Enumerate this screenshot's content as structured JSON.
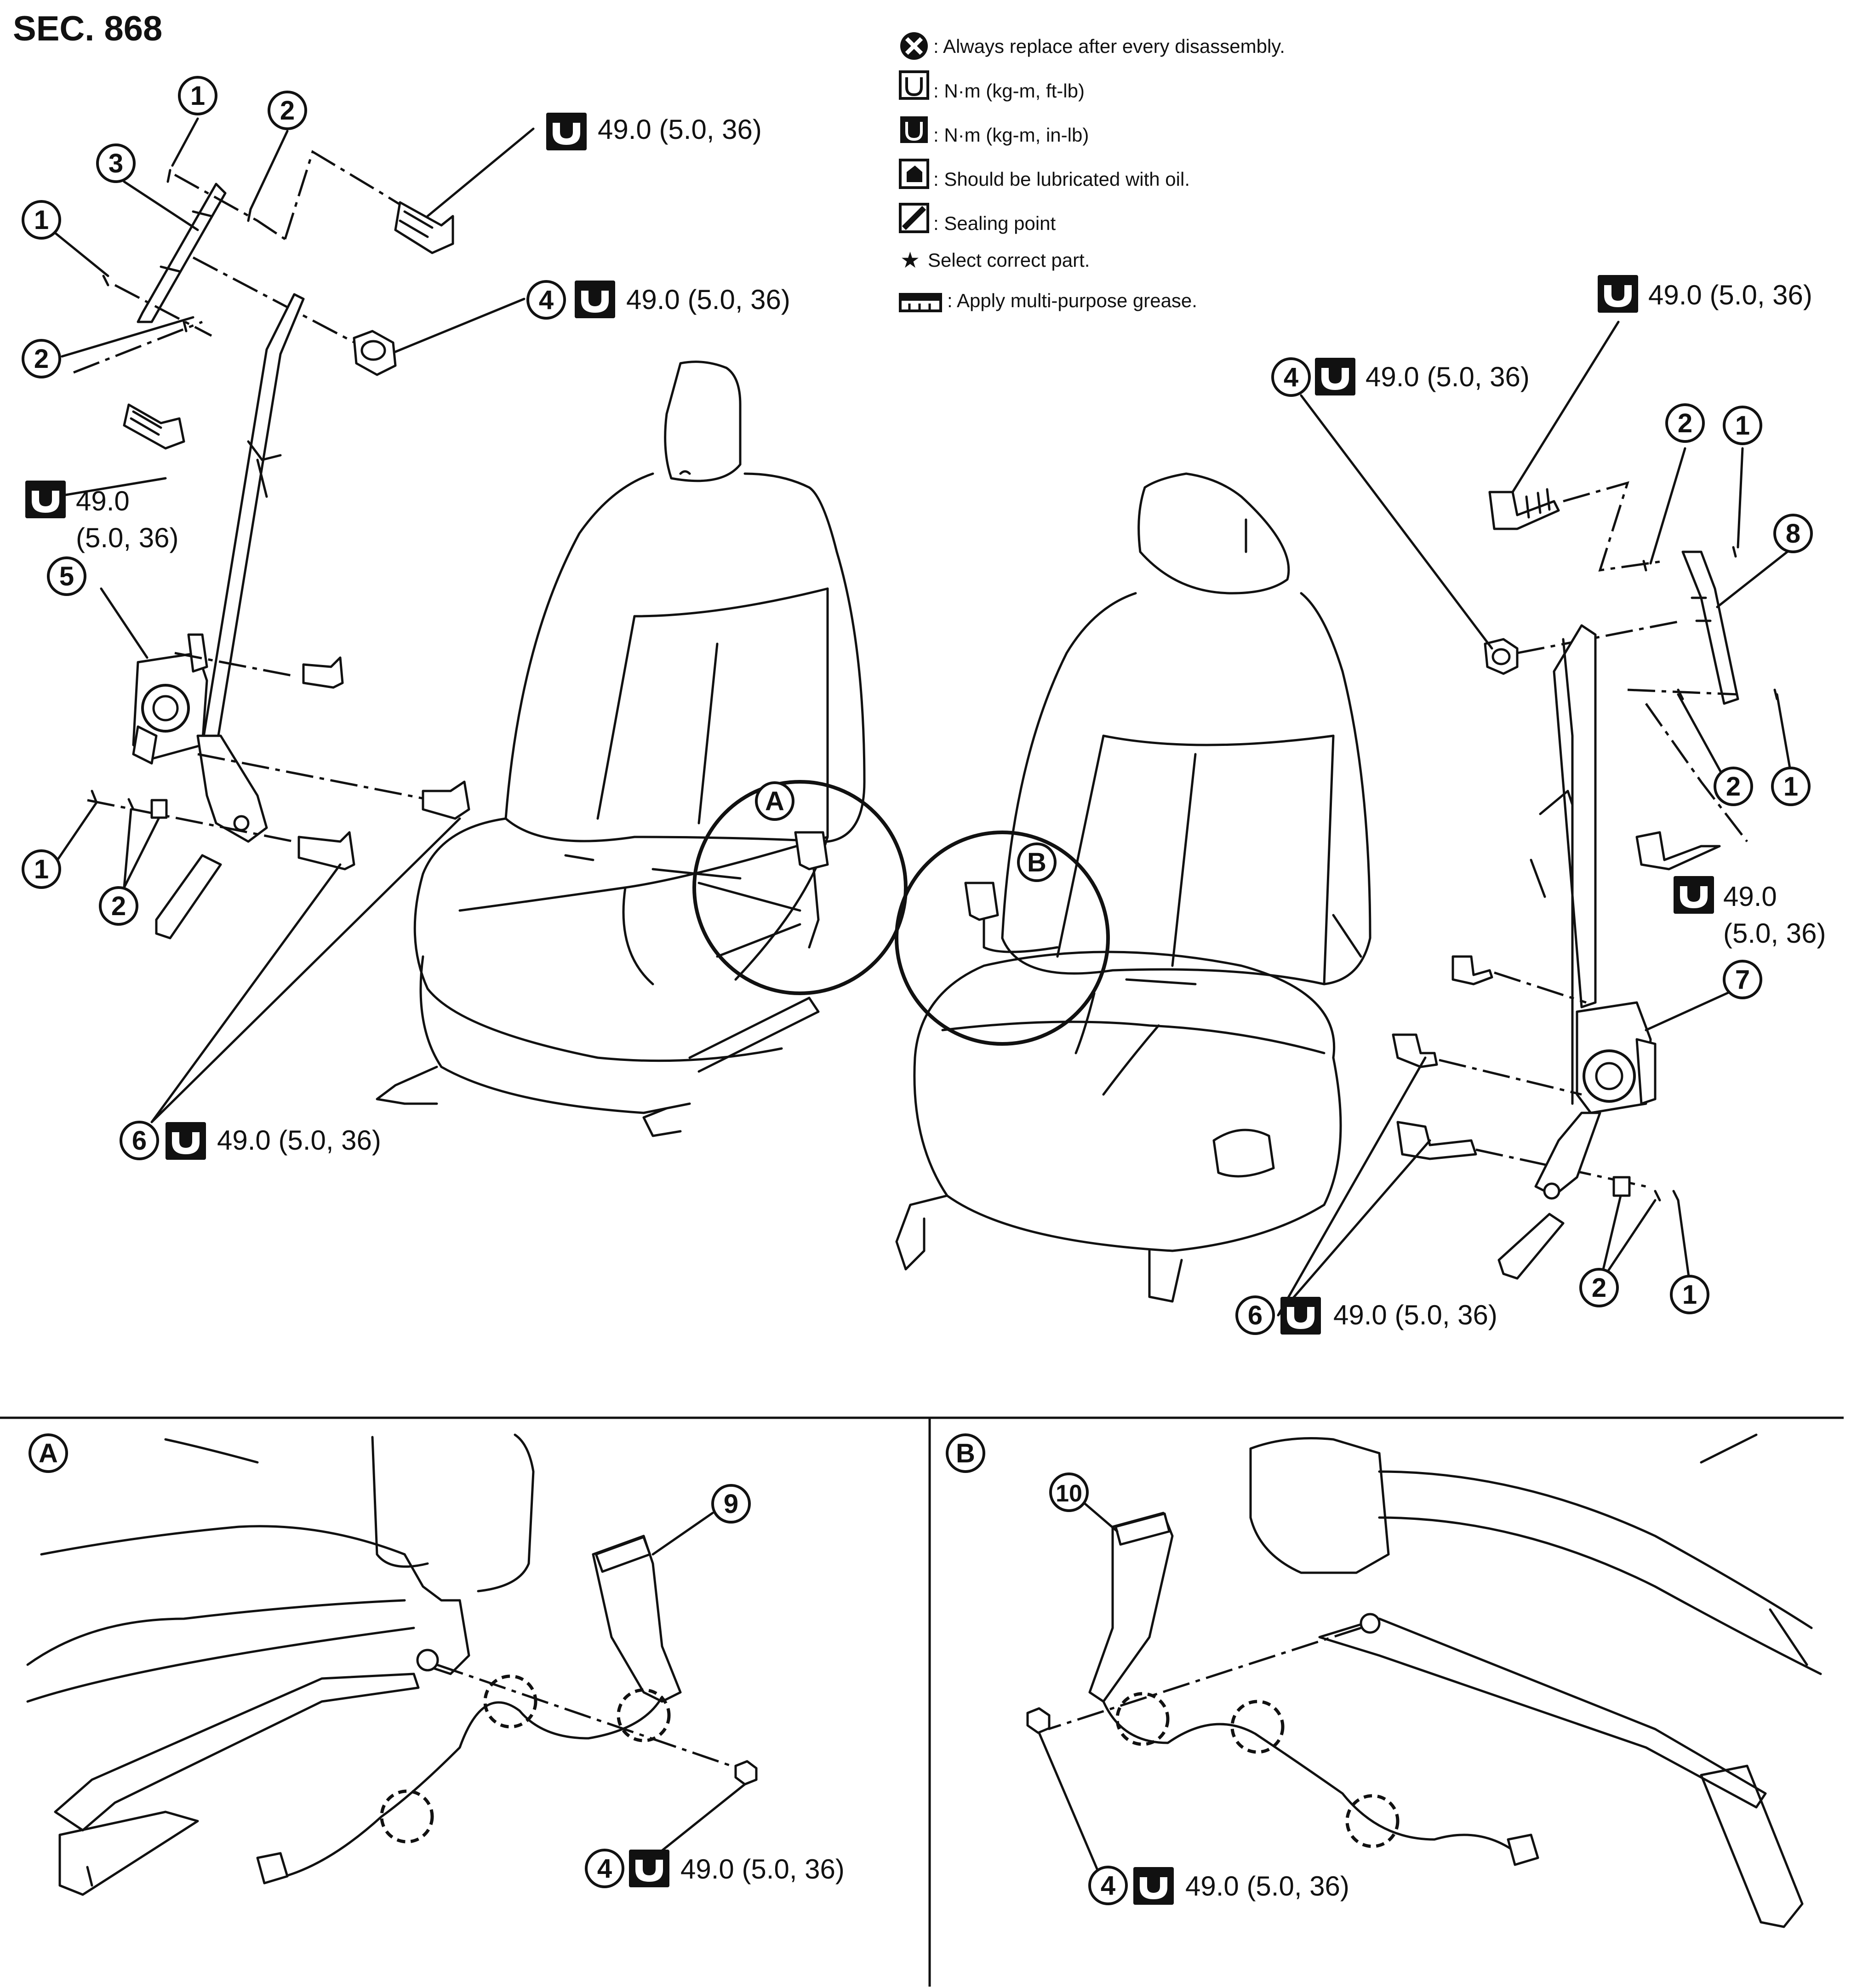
{
  "section_label": "SEC. 868",
  "legend": [
    {
      "icon": "replace-icon",
      "text": ": Always replace after every disassembly."
    },
    {
      "icon": "torque-ft-lb-icon",
      "text": ": N·m (kg-m, ft-lb)"
    },
    {
      "icon": "torque-in-lb-icon",
      "text": ": N·m (kg-m, in-lb)"
    },
    {
      "icon": "oil-can-icon",
      "text": ": Should be lubricated with oil."
    },
    {
      "icon": "sealing-icon",
      "text": ": Sealing point"
    },
    {
      "icon": "star-icon",
      "text": "Select correct part."
    },
    {
      "icon": "grease-icon",
      "text": ": Apply multi-purpose grease."
    }
  ],
  "torque_value": "49.0 (5.0, 36)",
  "torque_split": {
    "line1": "49.0",
    "line2": "(5.0, 36)"
  },
  "callouts": {
    "c1": "1",
    "c2": "2",
    "c3": "3",
    "c4": "4",
    "c5": "5",
    "c6": "6",
    "c7": "7",
    "c8": "8",
    "c9": "9",
    "c10": "10"
  },
  "view_labels": {
    "a": "A",
    "b": "B"
  },
  "colors": {
    "ink": "#111111",
    "paper": "#ffffff"
  }
}
